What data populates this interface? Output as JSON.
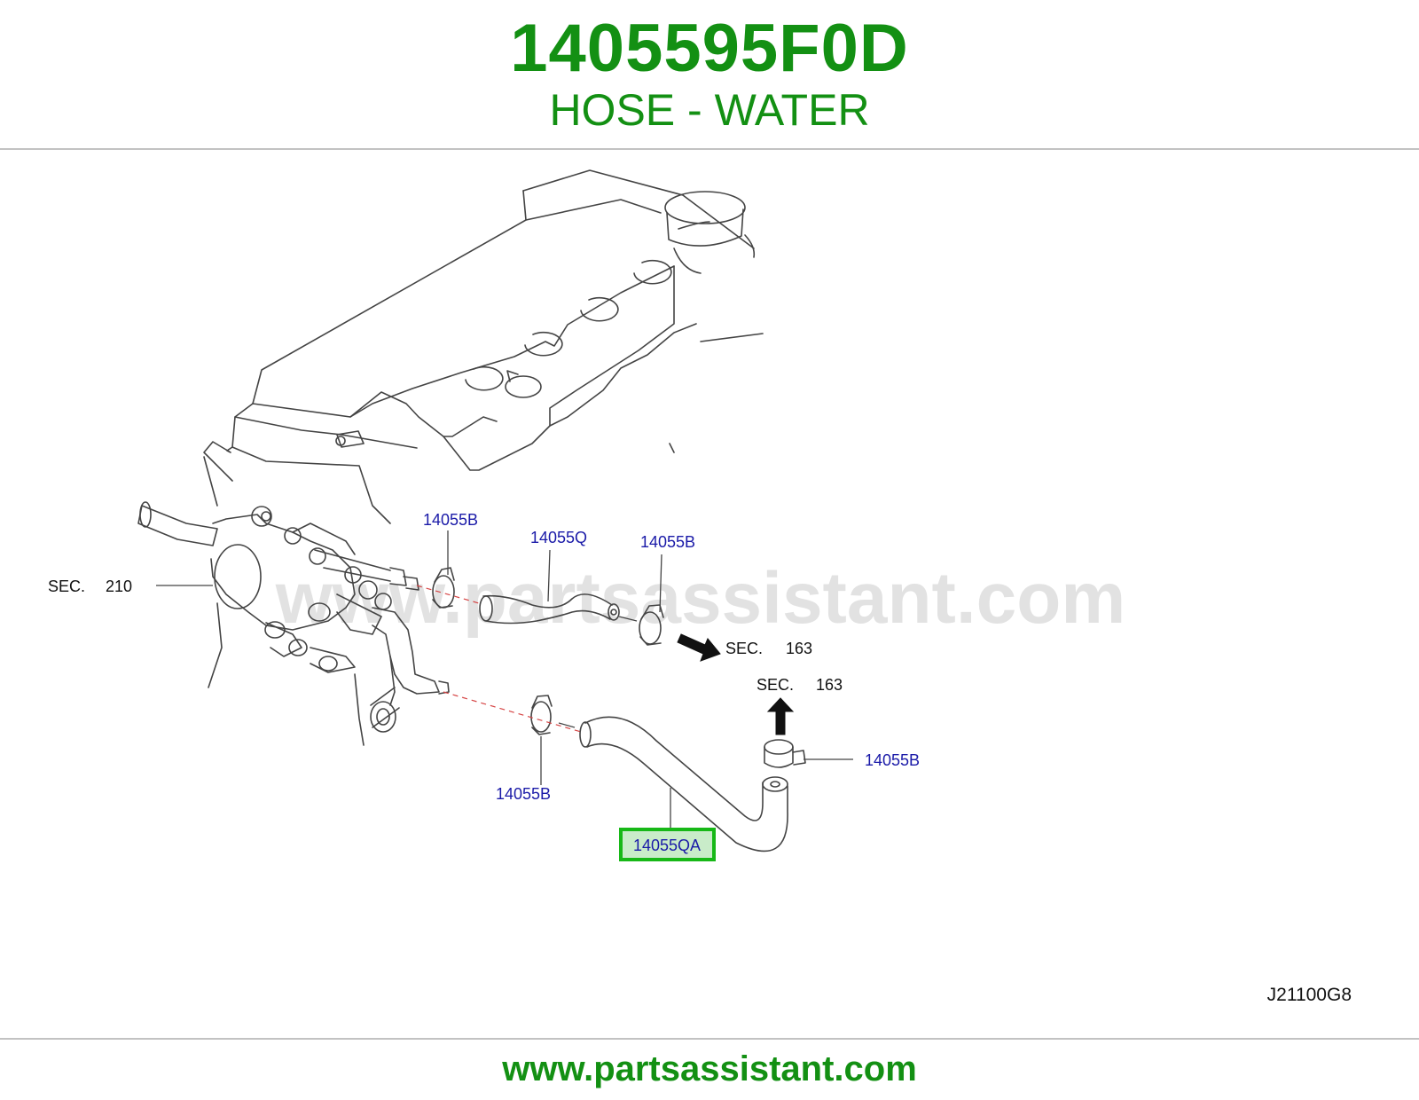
{
  "header": {
    "part_number": "1405595F0D",
    "part_name": "HOSE - WATER"
  },
  "diagram": {
    "watermark": "www.partsassistant.com",
    "diagram_code": "J21100G8",
    "highlight_color": "#17b817",
    "callout_color": "#1a1aa8",
    "callouts": {
      "clamp_upper_left": "14055B",
      "hose_upper": "14055Q",
      "clamp_upper_right": "14055B",
      "clamp_lower_left": "14055B",
      "clamp_lower_right": "14055B",
      "hose_lower": "14055QA"
    },
    "sections": {
      "sec_210": {
        "label": "SEC.",
        "number": "210"
      },
      "sec_163_right": {
        "label": "SEC.",
        "number": "163"
      },
      "sec_163_up": {
        "label": "SEC.",
        "number": "163"
      }
    }
  },
  "footer": {
    "url": "www.partsassistant.com"
  },
  "colors": {
    "brand_green": "#139013",
    "rule_gray": "#c2c2c2",
    "line_art": "#444444"
  }
}
